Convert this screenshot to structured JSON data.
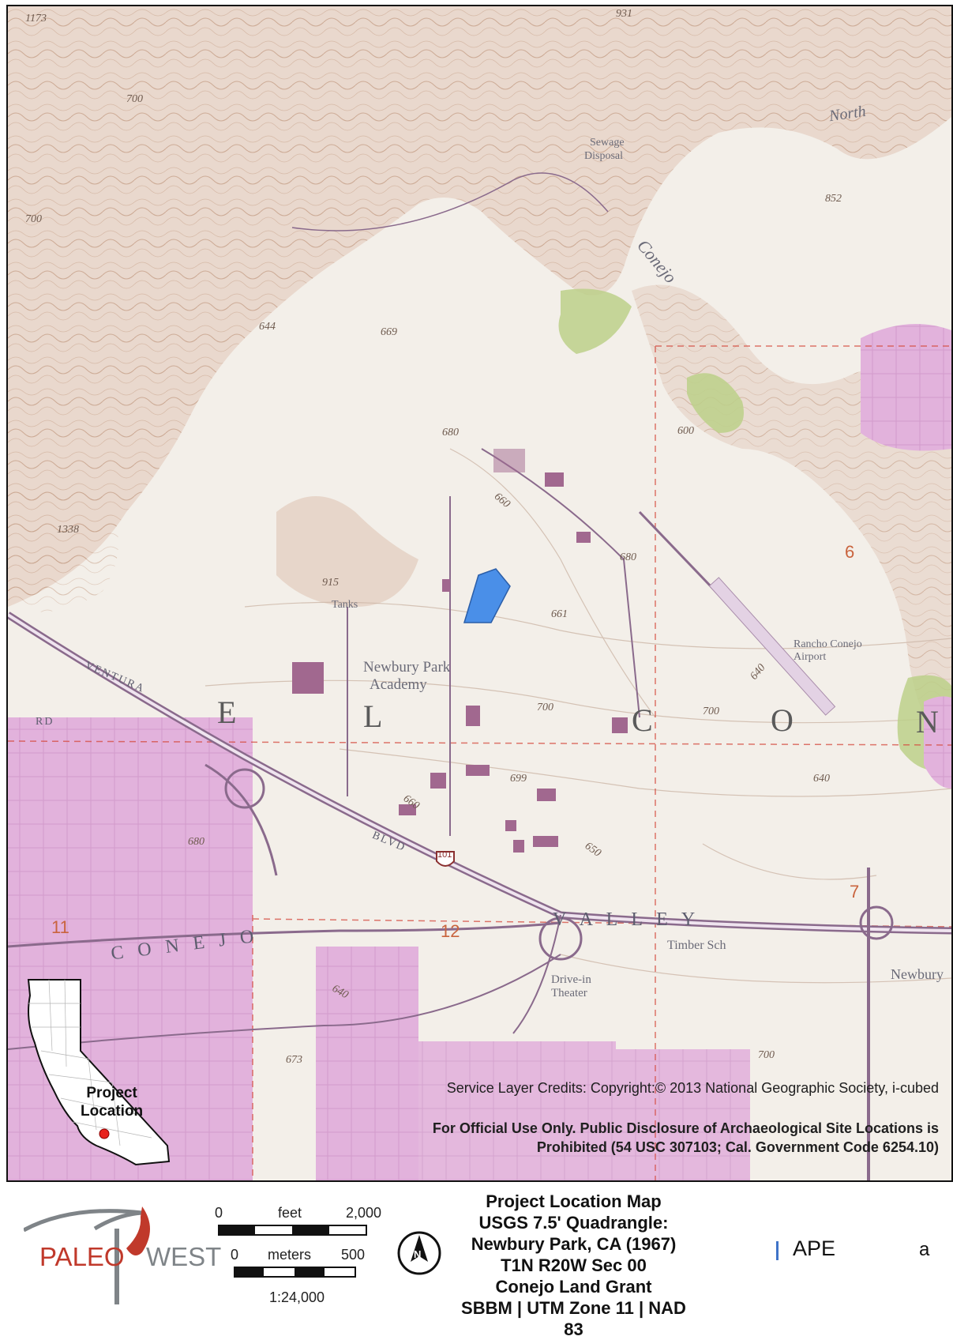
{
  "map": {
    "place_labels": {
      "sewage": "Sewage",
      "disposal": "Disposal",
      "north": "North",
      "conejo_creek": "Conejo",
      "tanks": "Tanks",
      "newbury_park": "Newbury Park",
      "academy": "Academy",
      "rancho_conejo": "Rancho Conejo",
      "airport": "Airport",
      "timber_sch": "Timber Sch",
      "drive_in": "Drive-in",
      "theater": "Theater",
      "newbury": "Newbury",
      "ventura": "VENTURA",
      "rd": "RD",
      "blvd": "BLVD",
      "conejo_road": "C O N E J O",
      "valley": "V A L L E Y",
      "hwy": "101"
    },
    "elevations": [
      "1173",
      "931",
      "852",
      "700",
      "700",
      "644",
      "669",
      "680",
      "600",
      "1338",
      "915",
      "660",
      "661",
      "680",
      "700",
      "699",
      "640",
      "660",
      "680",
      "650",
      "640",
      "700",
      "673",
      "640",
      "700"
    ],
    "grant_letters": [
      "E",
      "L",
      "C",
      "O",
      "N"
    ],
    "section_numbers": [
      "11",
      "12",
      "6",
      "7"
    ],
    "credits": "Service Layer Credits: Copyright:© 2013 National Geographic Society, i-cubed",
    "disclosure_line1": "For Official Use Only. Public Disclosure of Archaeological Site Locations is",
    "disclosure_line2": "Prohibited (54 USC 307103; Cal. Government Code 6254.10)"
  },
  "inset": {
    "label_line1": "Project",
    "label_line2": "Location"
  },
  "logo": {
    "left": "PALEO",
    "right": "WEST"
  },
  "scalebar": {
    "feet_zero": "0",
    "feet_unit": "feet",
    "feet_max": "2,000",
    "meters_zero": "0",
    "meters_unit": "meters",
    "meters_max": "500",
    "ratio": "1:24,000"
  },
  "north_arrow": "N",
  "title_block": {
    "line1": "Project Location Map",
    "line2": "USGS 7.5' Quadrangle:",
    "line3": "Newbury Park, CA (1967)",
    "line4": "T1N R20W Sec 00",
    "line5": "Conejo Land Grant",
    "line6": "SBBM | UTM Zone 11 | NAD 83"
  },
  "legend": {
    "item_label": "APE",
    "extra": "a",
    "ape_color": "#4a8fe8"
  }
}
